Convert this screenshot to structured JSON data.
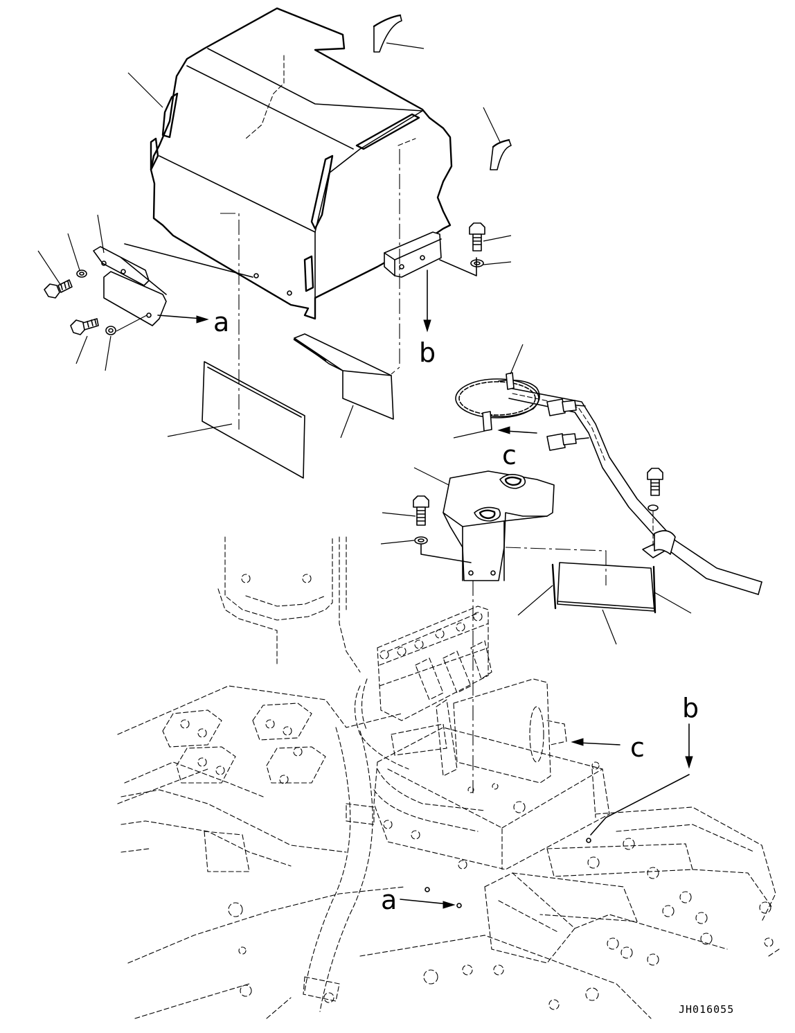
{
  "diagram": {
    "drawing_number": "JH016055",
    "reference_letters": {
      "a": "a",
      "b": "b",
      "c": "c"
    }
  }
}
